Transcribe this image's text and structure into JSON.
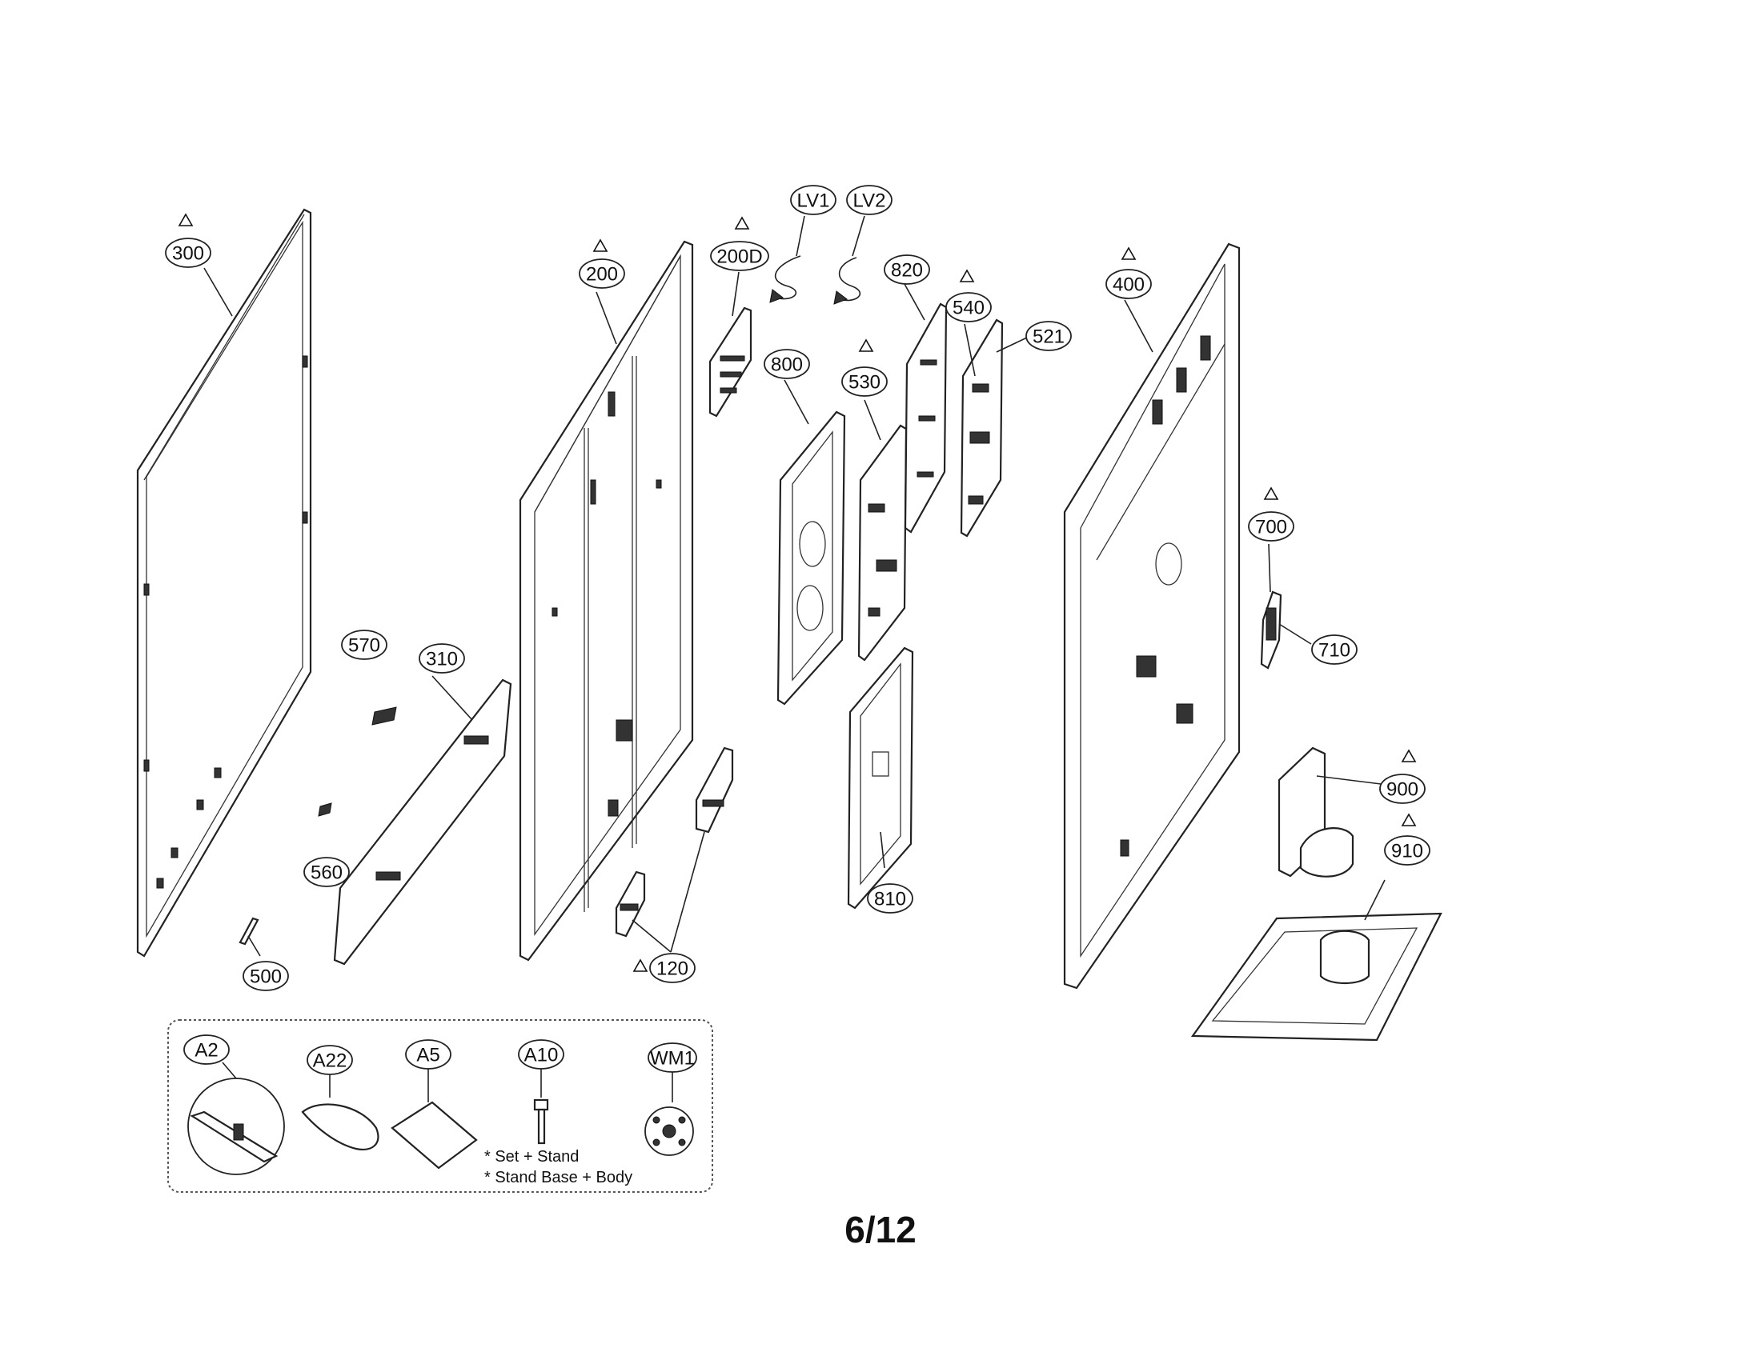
{
  "diagram": {
    "callouts": {
      "c300": "300",
      "c200": "200",
      "c200D": "200D",
      "cLV1": "LV1",
      "cLV2": "LV2",
      "c820": "820",
      "c540": "540",
      "c521": "521",
      "c800": "800",
      "c530": "530",
      "c400": "400",
      "c700": "700",
      "c710": "710",
      "c570": "570",
      "c310": "310",
      "c560": "560",
      "c500": "500",
      "c120": "120",
      "c810": "810",
      "c900": "900",
      "c910": "910",
      "cA2": "A2",
      "cA22": "A22",
      "cA5": "A5",
      "cA10": "A10",
      "cWM1": "WM1"
    },
    "notes": {
      "line1": "* Set + Stand",
      "line2": "* Stand Base + Body"
    },
    "page_number": "6/12"
  }
}
